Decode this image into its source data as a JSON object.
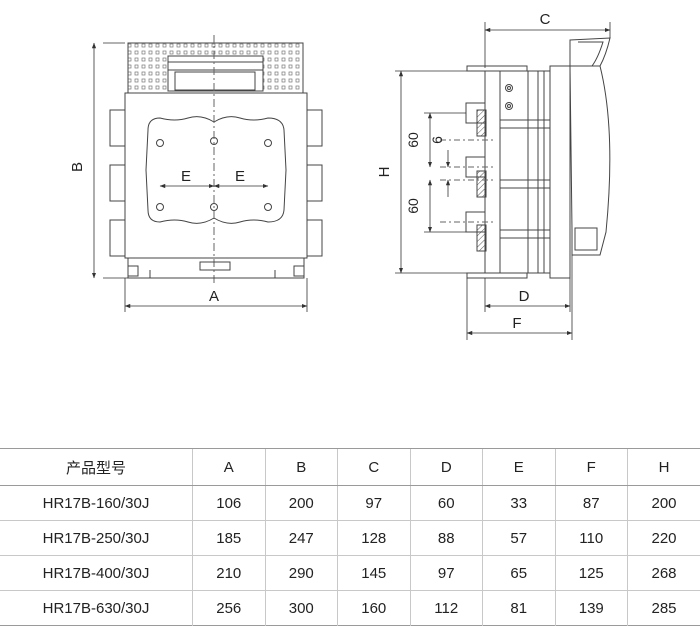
{
  "dimension_labels": {
    "A": "A",
    "B": "B",
    "C": "C",
    "D": "D",
    "E": "E",
    "F": "F",
    "H": "H",
    "spacing_60": "60",
    "spacing_6": "6"
  },
  "table": {
    "headers": [
      "产品型号",
      "A",
      "B",
      "C",
      "D",
      "E",
      "F",
      "H"
    ],
    "rows": [
      [
        "HR17B-160/30J",
        "106",
        "200",
        "97",
        "60",
        "33",
        "87",
        "200"
      ],
      [
        "HR17B-250/30J",
        "185",
        "247",
        "128",
        "88",
        "57",
        "110",
        "220"
      ],
      [
        "HR17B-400/30J",
        "210",
        "290",
        "145",
        "97",
        "65",
        "125",
        "268"
      ],
      [
        "HR17B-630/30J",
        "256",
        "300",
        "160",
        "112",
        "81",
        "139",
        "285"
      ]
    ]
  }
}
